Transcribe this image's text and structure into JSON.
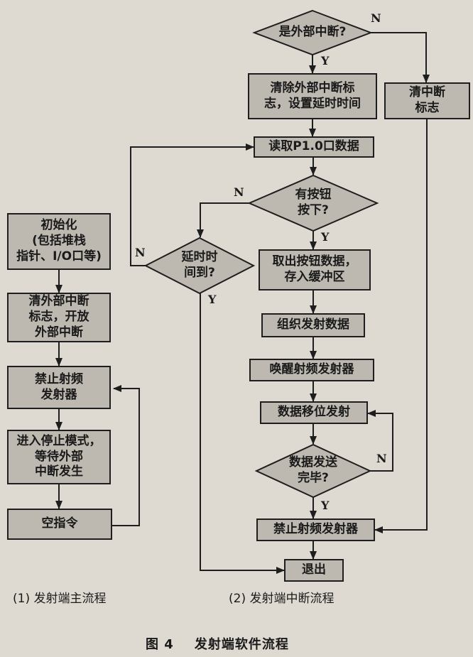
{
  "main_flow": {
    "init": "初始化\n(包括堆栈\n指针、I/O口等)",
    "clear_flag_enable": "清外部中断\n标志，开放\n外部中断",
    "disable_rf": "禁止射频\n发射器",
    "stop_mode": "进入停止模式，\n等待外部\n中断发生",
    "nop": "空指令",
    "caption": "(1) 发射端主流程"
  },
  "interrupt_flow": {
    "is_external": "是外部中断?",
    "clear_ext_set_delay": "清除外部中断标\n志，设置延时时间",
    "clear_flag": "清中断\n标志",
    "read_port": "读取P1.0口数据",
    "key_pressed": "有按钮\n按下?",
    "delay_done": "延时时\n间到?",
    "fetch_key": "取出按钮数据，\n存入缓冲区",
    "build_data": "组织发射数据",
    "wake_rf": "唤醒射频发射器",
    "shift_send": "数据移位发射",
    "send_done": "数据发送\n完毕?",
    "disable_rf": "禁止射频发射器",
    "exit": "退出",
    "caption": "(2) 发射端中断流程"
  },
  "labels": {
    "yes": "Y",
    "no": "N"
  },
  "figure_caption": "图 4    发射端软件流程",
  "colors": {
    "background": "#dedad2",
    "box_fill": "#bdb9b1",
    "line": "#1e1e1e"
  }
}
